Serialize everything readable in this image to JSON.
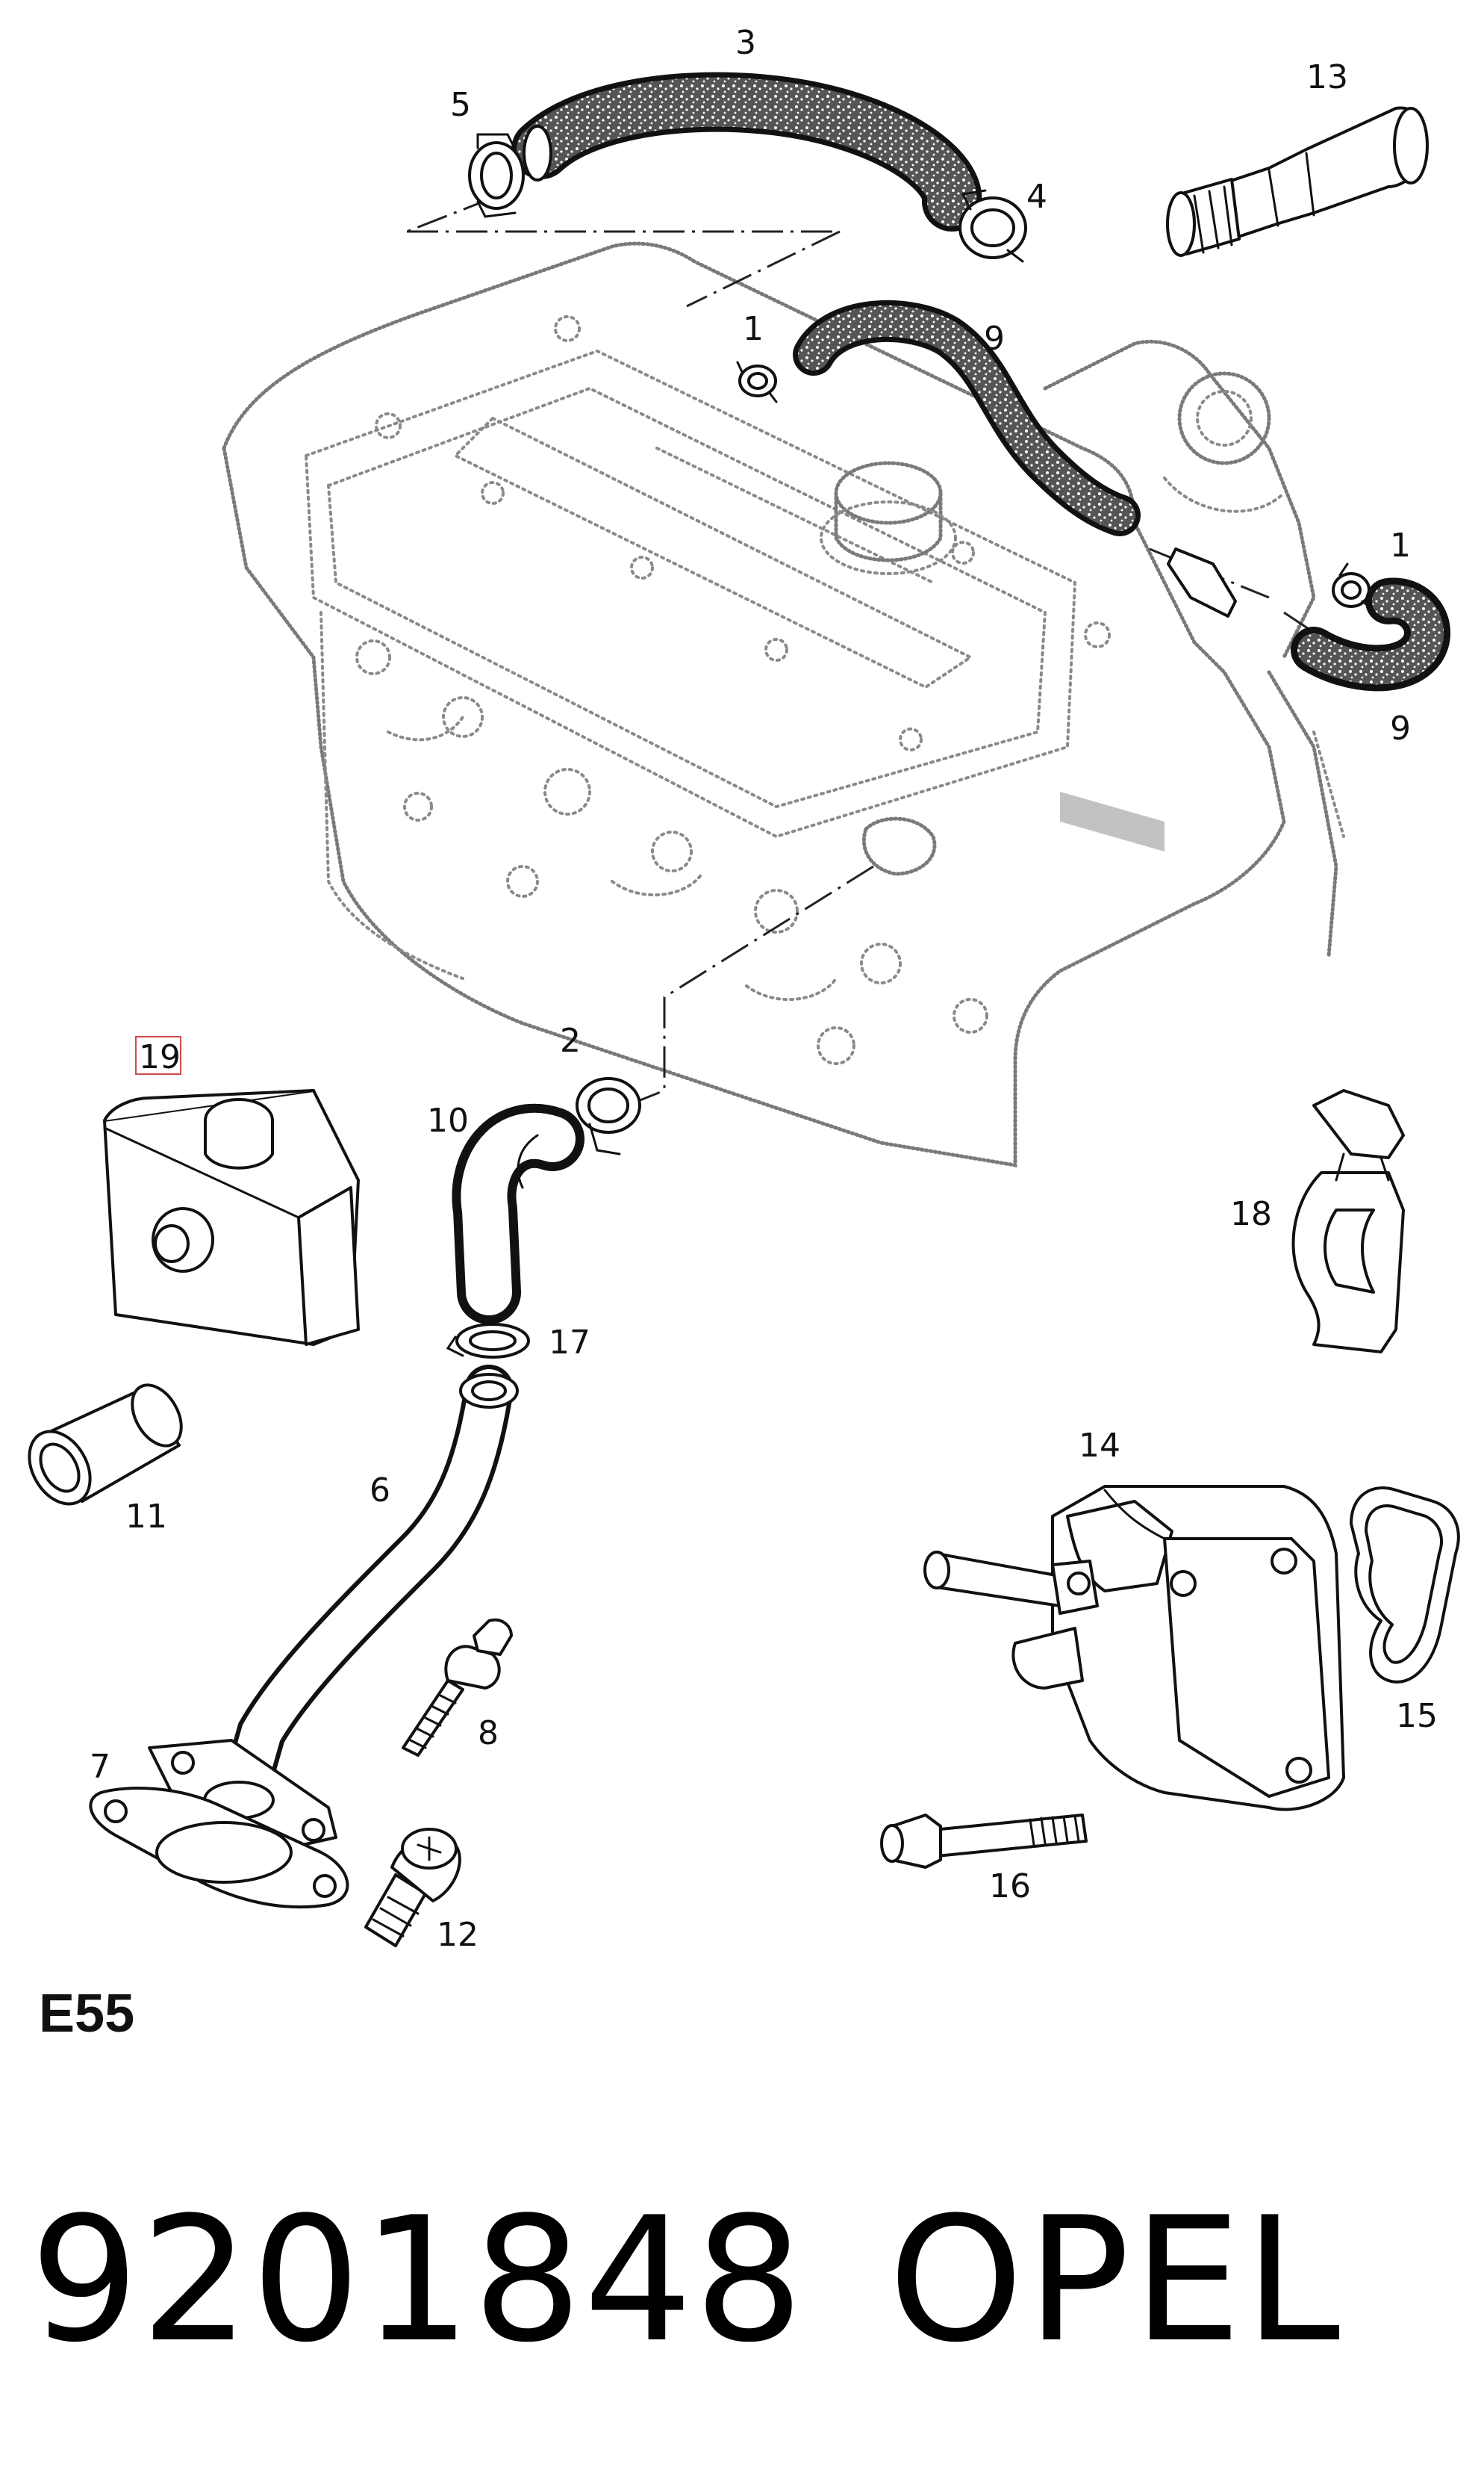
{
  "callouts": [
    {
      "id": "c3",
      "text": "3"
    },
    {
      "id": "c5",
      "text": "5"
    },
    {
      "id": "c4",
      "text": "4"
    },
    {
      "id": "c13",
      "text": "13"
    },
    {
      "id": "c1a",
      "text": "1"
    },
    {
      "id": "c9a",
      "text": "9"
    },
    {
      "id": "c1b",
      "text": "1"
    },
    {
      "id": "c9b",
      "text": "9"
    },
    {
      "id": "c19",
      "text": "19"
    },
    {
      "id": "c2",
      "text": "2"
    },
    {
      "id": "c10",
      "text": "10"
    },
    {
      "id": "c18",
      "text": "18"
    },
    {
      "id": "c17",
      "text": "17"
    },
    {
      "id": "c11",
      "text": "11"
    },
    {
      "id": "c6",
      "text": "6"
    },
    {
      "id": "c14",
      "text": "14"
    },
    {
      "id": "c15",
      "text": "15"
    },
    {
      "id": "c8",
      "text": "8"
    },
    {
      "id": "c7",
      "text": "7"
    },
    {
      "id": "c16",
      "text": "16"
    },
    {
      "id": "c12",
      "text": "12"
    }
  ],
  "section_code": "E55",
  "footer": {
    "part_number": "9201848",
    "brand": "OPEL"
  },
  "colors": {
    "line": "#111111",
    "ghost": "#8a8a8a",
    "highlight_box": "#d24b4b"
  }
}
